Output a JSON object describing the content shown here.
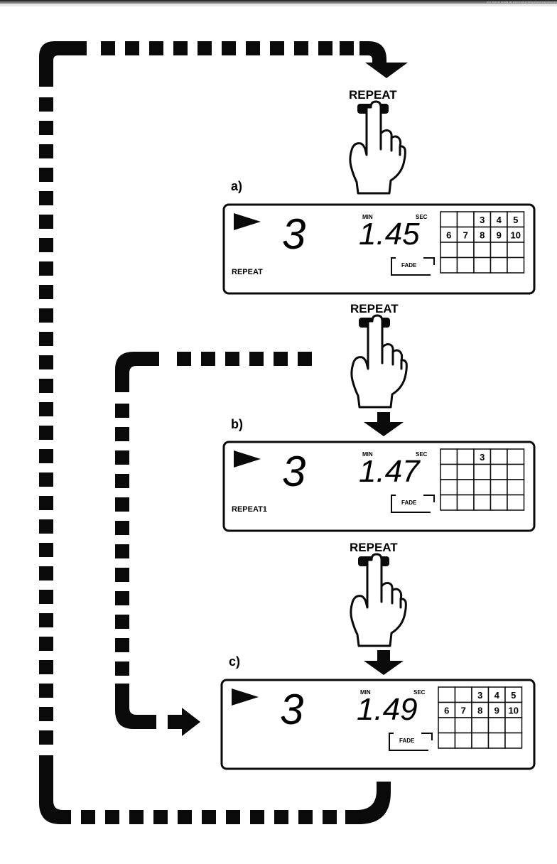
{
  "header_strip": "ren eveme anata veneeoreneumimepstaneneseuieenes",
  "buttons": [
    {
      "label": "REPEAT"
    },
    {
      "label": "REPEAT"
    },
    {
      "label": "REPEAT"
    }
  ],
  "panels": [
    {
      "step": "a)",
      "track": "3",
      "time": "1.45",
      "min_label": "MIN",
      "sec_label": "SEC",
      "mode": "REPEAT",
      "fade": "FADE",
      "grid_cells": [
        "",
        "",
        "3",
        "4",
        "5",
        "6",
        "7",
        "8",
        "9",
        "10",
        "",
        "",
        "",
        "",
        "",
        "",
        "",
        "",
        "",
        ""
      ]
    },
    {
      "step": "b)",
      "track": "3",
      "time": "1.47",
      "min_label": "MIN",
      "sec_label": "SEC",
      "mode": "REPEAT1",
      "fade": "FADE",
      "grid_cells": [
        "",
        "",
        "3",
        "",
        "",
        "",
        "",
        "",
        "",
        "",
        "",
        "",
        "",
        "",
        "",
        "",
        "",
        "",
        "",
        ""
      ]
    },
    {
      "step": "c)",
      "track": "3",
      "time": "1.49",
      "min_label": "MIN",
      "sec_label": "SEC",
      "mode": "",
      "fade": "FADE",
      "grid_cells": [
        "",
        "",
        "3",
        "4",
        "5",
        "6",
        "7",
        "8",
        "9",
        "10",
        "",
        "",
        "",
        "",
        "",
        "",
        "",
        "",
        "",
        ""
      ]
    }
  ],
  "colors": {
    "ink": "#0a0a0a",
    "paper": "#ffffff"
  }
}
